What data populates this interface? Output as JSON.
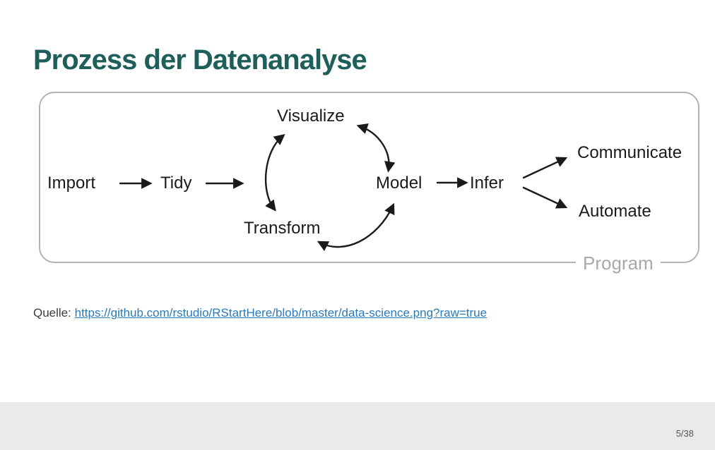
{
  "slide": {
    "title": "Prozess der Datenanalyse",
    "page_number": "5/38",
    "source_label": "Quelle:",
    "source_link": "https://github.com/rstudio/RStartHere/blob/master/data-science.png?raw=true"
  },
  "diagram": {
    "nodes": {
      "import": "Import",
      "tidy": "Tidy",
      "visualize": "Visualize",
      "transform": "Transform",
      "model": "Model",
      "infer": "Infer",
      "communicate": "Communicate",
      "automate": "Automate",
      "program": "Program"
    },
    "edges": [
      "Import -> Tidy",
      "Tidy -> cycle",
      "Visualize <-> Transform",
      "Visualize <-> Model",
      "Transform <-> Model",
      "Model -> Infer",
      "Infer -> Communicate",
      "Infer -> Automate"
    ]
  },
  "colors": {
    "title_color": "#1f5f59",
    "link_color": "#2a7ab9",
    "border_color": "#b3b3b3",
    "program_color": "#a9a9a9",
    "footer_bg": "#eaeaea",
    "page_num_color": "#555555",
    "text_color": "#1a1a1a",
    "source_text": "#3d3d3d"
  }
}
